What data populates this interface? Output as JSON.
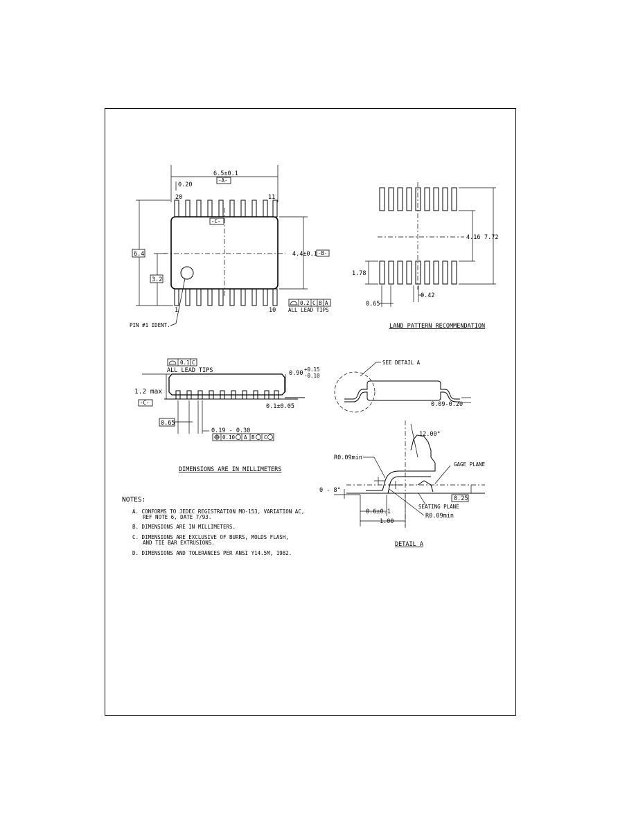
{
  "top_view": {
    "width_dim": "6.5±0.1",
    "datum_a": "-A-",
    "lead_width_offset": "0.20",
    "pin20": "20",
    "pin11": "11",
    "pin1": "1",
    "pin10": "10",
    "datum_c": "-C-",
    "overall_height": "6.4",
    "body_dim": "4.4±0.1",
    "datum_b": "-B-",
    "half_height": "3.2",
    "pin1_ident": "PIN #1 IDENT.",
    "lead_tip_tol": "0.2",
    "lead_tip_refs": [
      "C",
      "B",
      "A"
    ],
    "all_lead_tips": "ALL LEAD TIPS"
  },
  "land_pattern": {
    "dim_416": "4.16",
    "dim_772": "7.72",
    "dim_178": "1.78",
    "dim_065": "0.65",
    "dim_042": "0.42",
    "title": "LAND PATTERN RECOMMENDATION"
  },
  "side_view": {
    "coplanarity": "0.1",
    "coplanarity_ref": "C",
    "all_lead_tips": "ALL LEAD TIPS",
    "max_height": "1.2 max",
    "datum_c": "-C-",
    "thickness_nom": "0.90",
    "thickness_plus": "+0.15",
    "thickness_minus": "-0.10",
    "standoff": "0.1±0.05",
    "pitch": "0.65",
    "lead_width": "0.19 - 0.30",
    "position_tol": "0.10",
    "position_refs": [
      "A",
      "B",
      "S",
      "C",
      "S"
    ],
    "units_note": "DIMENSIONS ARE IN MILLIMETERS"
  },
  "end_view": {
    "see_detail": "SEE DETAIL A",
    "lead_thickness": "0.09-0.20"
  },
  "detail_a": {
    "angle_top": "12.00°",
    "radius_top": "R0.09min",
    "gage_plane": "GAGE PLANE",
    "angle_range": "0 - 8°",
    "gage_height": "0.25",
    "seating_plane": "SEATING PLANE",
    "foot_length": "0.6±0.1",
    "radius_bottom": "R0.09min",
    "footprint": "1.00",
    "title": "DETAIL A"
  },
  "notes": {
    "heading": "NOTES:",
    "items": [
      "A. CONFORMS TO JEDEC REGISTRATION MO-153, VARIATION AC,",
      "REF NOTE 6, DATE 7/93.",
      "B. DIMENSIONS ARE IN MILLIMETERS.",
      "C. DIMENSIONS ARE EXCLUSIVE OF BURRS, MOLDS FLASH,",
      "AND TIE BAR EXTRUSIONS.",
      "D. DIMENSIONS AND TOLERANCES PER ANSI Y14.5M, 1982."
    ]
  }
}
